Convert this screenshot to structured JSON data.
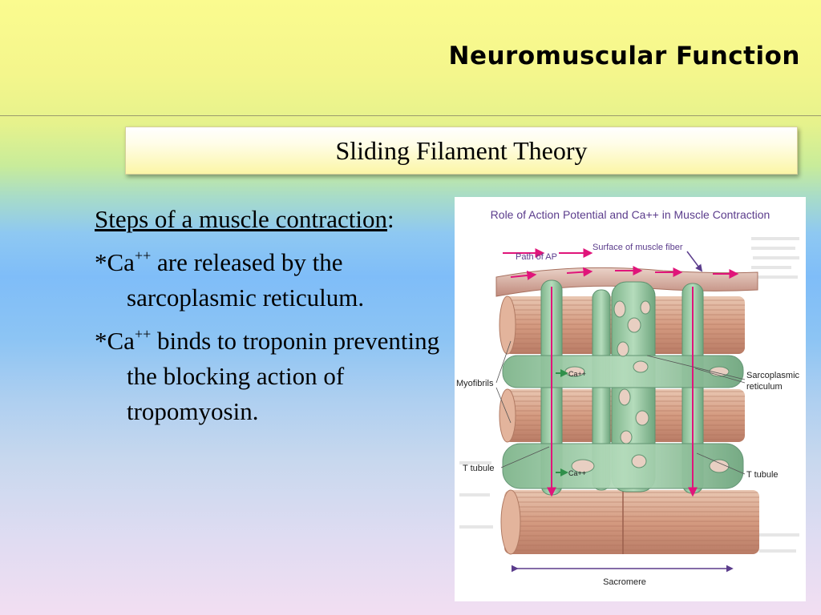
{
  "slide": {
    "title": "Neuromuscular Function",
    "subtitle": "Sliding Filament Theory",
    "heading": "Steps of a muscle contraction",
    "heading_colon": ":",
    "bullets": [
      {
        "prefix": "*Ca",
        "sup": "++",
        "rest": " are released by the sarcoplasmic reticulum."
      },
      {
        "prefix": "*Ca",
        "sup": "++",
        "rest": " binds to troponin preventing the blocking action of tropomyosin."
      }
    ]
  },
  "figure": {
    "title": "Role of Action Potential and Ca++ in Muscle Contraction",
    "labels": {
      "path_ap": "Path of AP",
      "surface": "Surface of muscle fiber",
      "myofibrils": "Myofibrils",
      "sarcoplasmic": "Sarcoplasmic",
      "reticulum": "reticulum",
      "t_tubule_left": "T tubule",
      "t_tubule_right": "T tubule",
      "ca_upper": "Ca++",
      "ca_lower": "Ca++",
      "sarcomere": "Sacromere"
    },
    "colors": {
      "title": "#5b3c8c",
      "arrow": "#e0157a",
      "reticulum": "#8fc59a",
      "membrane": "#c98a7a",
      "myofibril": "#d9a98e"
    }
  }
}
